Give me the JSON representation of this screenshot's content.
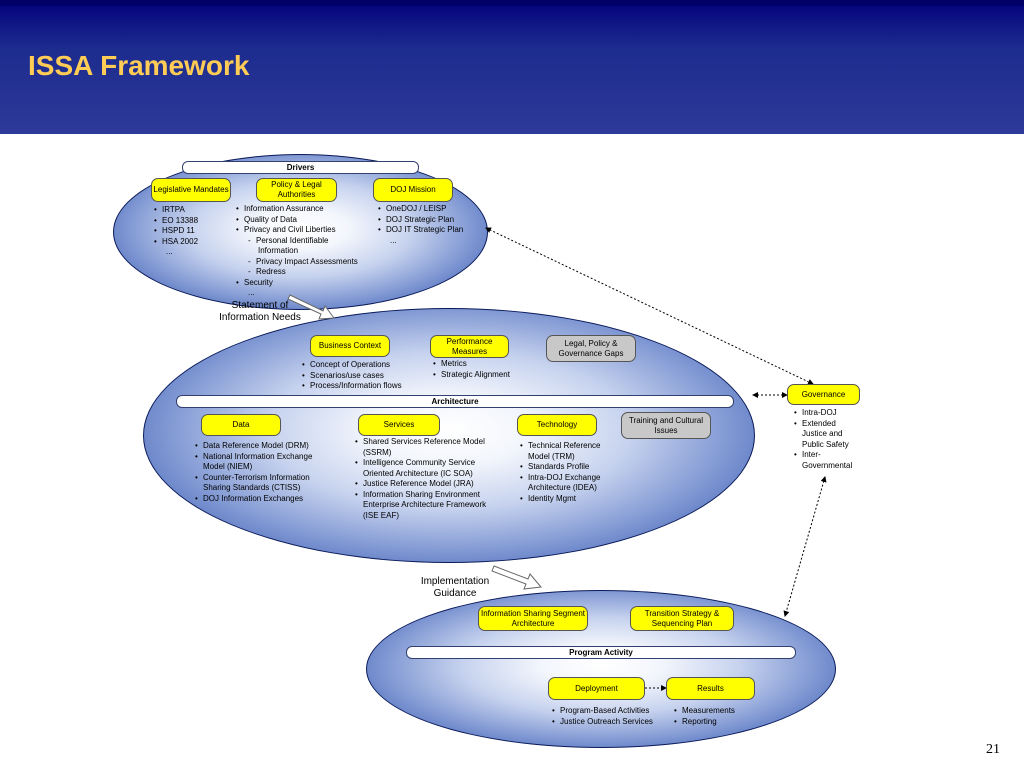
{
  "slide": {
    "title": "ISSA Framework",
    "page_number": "21"
  },
  "drivers": {
    "bar_label": "Drivers",
    "legislative": {
      "label": "Legislative Mandates",
      "items": [
        "IRTPA",
        "EO 13388",
        "HSPD 11",
        "HSA 2002"
      ],
      "ellipsis": "..."
    },
    "policy": {
      "label": "Policy & Legal Authorities",
      "items": [
        "Information Assurance",
        "Quality of Data",
        "Privacy and Civil Liberties"
      ],
      "subitems": [
        "Personal Identifiable",
        "Information",
        "Privacy Impact Assessments",
        "Redress"
      ],
      "last_item": "Security",
      "ellipsis": "..."
    },
    "doj_mission": {
      "label": "DOJ Mission",
      "items": [
        "OneDOJ / LEISP",
        "DOJ Strategic Plan",
        "DOJ IT Strategic Plan"
      ],
      "ellipsis": "..."
    }
  },
  "statement_label": "Statement of Information Needs",
  "architecture": {
    "business_context": {
      "label": "Business Context",
      "items": [
        "Concept of Operations",
        "Scenarios/use cases",
        "Process/Information flows"
      ]
    },
    "performance": {
      "label": "Performance Measures",
      "items": [
        "Metrics",
        "Strategic Alignment"
      ]
    },
    "legal_gaps": "Legal, Policy & Governance Gaps",
    "bar_label": "Architecture",
    "data": {
      "label": "Data",
      "items": [
        "Data Reference Model (DRM)",
        "National Information Exchange",
        "Model (NIEM)",
        "Counter-Terrorism Information",
        "Sharing Standards (CTISS)",
        "DOJ Information Exchanges"
      ]
    },
    "services": {
      "label": "Services",
      "items": [
        "Shared Services Reference Model",
        "(SSRM)",
        "Intelligence Community Service",
        "Oriented Architecture (IC SOA)",
        "Justice Reference Model (JRA)",
        "Information Sharing Environment",
        "Enterprise Architecture Framework",
        "(ISE EAF)"
      ]
    },
    "technology": {
      "label": "Technology",
      "items": [
        "Technical Reference",
        "Model (TRM)",
        "Standards Profile",
        "Intra-DOJ Exchange",
        "Architecture (IDEA)",
        "Identity Mgmt"
      ]
    },
    "training": "Training and Cultural Issues"
  },
  "governance": {
    "label": "Governance",
    "items": [
      "Intra-DOJ",
      "Extended",
      "Justice and",
      "Public Safety",
      "Inter-",
      "Governmental"
    ]
  },
  "implementation_label": "Implementation Guidance",
  "program": {
    "info_sharing": "Information Sharing Segment Architecture",
    "transition": "Transition Strategy & Sequencing Plan",
    "bar_label": "Program Activity",
    "deployment": {
      "label": "Deployment",
      "items": [
        "Program-Based Activities",
        "Justice Outreach Services"
      ]
    },
    "results": {
      "label": "Results",
      "items": [
        "Measurements",
        "Reporting"
      ]
    }
  },
  "colors": {
    "header_blue": "#1c2b8e",
    "title_gold": "#ffcc55",
    "box_yellow": "#ffff00",
    "box_gray": "#c8c8c8"
  }
}
